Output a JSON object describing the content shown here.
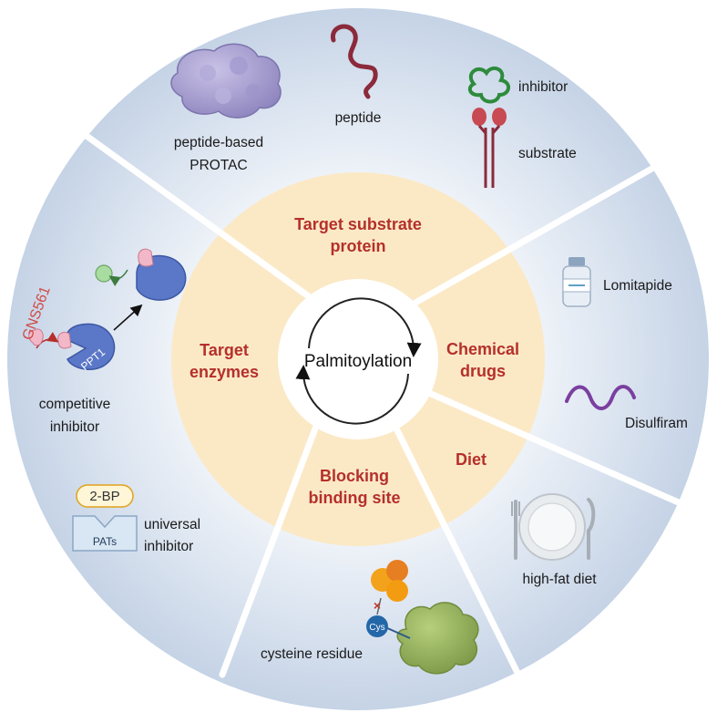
{
  "center": {
    "label": "Palmitoylation"
  },
  "inner_categories": {
    "target_substrate": {
      "line1": "Target substrate",
      "line2": "protein"
    },
    "chemical_drugs": {
      "line1": "Chemical",
      "line2": "drugs"
    },
    "diet": {
      "line1": "Diet"
    },
    "blocking": {
      "line1": "Blocking",
      "line2": "binding site"
    },
    "target_enzymes": {
      "line1": "Target",
      "line2": "enzymes"
    }
  },
  "outer_items": {
    "protac": {
      "line1": "peptide-based",
      "line2": "PROTAC"
    },
    "peptide": {
      "label": "peptide"
    },
    "inhibitor": {
      "label": "inhibitor"
    },
    "substrate": {
      "label": "substrate"
    },
    "lomitapide": {
      "label": "Lomitapide"
    },
    "disulfiram": {
      "label": "Disulfiram"
    },
    "high_fat_diet": {
      "label": "high-fat diet"
    },
    "cysteine": {
      "label": "cysteine residue",
      "badge": "Cys"
    },
    "gns561": {
      "label": "GNS561"
    },
    "ppt1": {
      "label": "PPT1"
    },
    "competitive": {
      "line1": "competitive",
      "line2": "inhibitor"
    },
    "two_bp": {
      "label": "2-BP"
    },
    "pats": {
      "label": "PATs"
    },
    "universal": {
      "line1": "universal",
      "line2": "inhibitor"
    }
  },
  "colors": {
    "outer_ring": "#c9d6e8",
    "outer_ring_edge": "#e9eef6",
    "inner_ring": "#fbe9c6",
    "accent_text": "#b5302b",
    "gns_text": "#d04b45",
    "divider": "#ffffff"
  },
  "icons": {
    "protac": "protein-blob-icon",
    "peptide": "peptide-chain-icon",
    "receptor": "receptor-icon",
    "vial": "vial-icon",
    "squiggle": "squiggle-icon",
    "plate": "plate-fork-knife-icon",
    "cysteine": "cysteine-protein-icon",
    "enzyme": "enzyme-icon",
    "pats": "pats-block-icon"
  }
}
